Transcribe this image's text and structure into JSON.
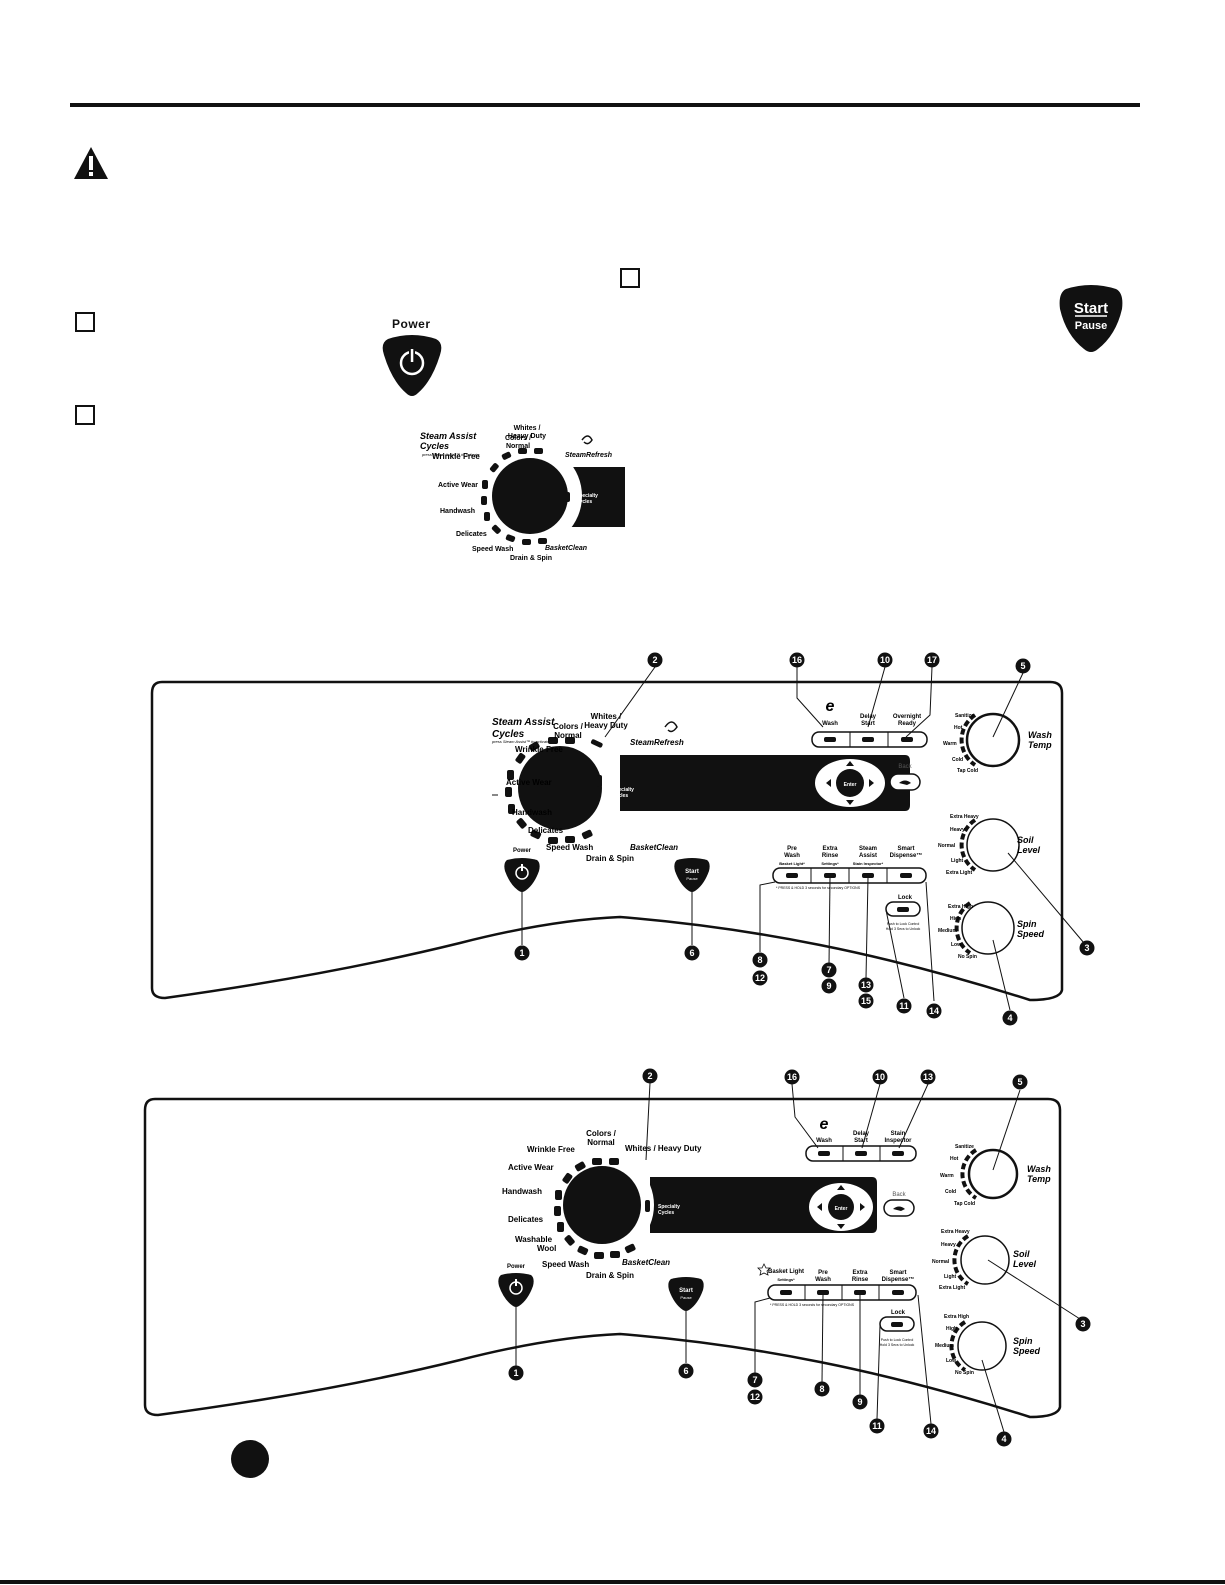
{
  "top_controls": {
    "power_label": "Power",
    "start_label": "Start",
    "pause_label": "Pause"
  },
  "dial_small": {
    "steam_assist": "Steam Assist",
    "cycles": "Cycles",
    "press_note": "press Steam Assist™ to activate",
    "colors_normal_1": "Colors /",
    "colors_normal_2": "Normal",
    "whites_1": "Whites /",
    "whites_2": "Heavy Duty",
    "steam_refresh": "SteamRefresh",
    "wrinkle_free": "Wrinkle Free",
    "active_wear": "Active Wear",
    "handwash": "Handwash",
    "delicates": "Delicates",
    "speed_wash": "Speed Wash",
    "drain_spin": "Drain & Spin",
    "basket_clean": "BasketClean",
    "specialty_1": "Specialty",
    "specialty_2": "Cycles"
  },
  "panel1": {
    "callouts": [
      "1",
      "2",
      "3",
      "4",
      "5",
      "6",
      "7",
      "8",
      "9",
      "10",
      "11",
      "12",
      "13",
      "14",
      "15",
      "16",
      "17"
    ],
    "ewash": "Wash",
    "delay_1": "Delay",
    "delay_2": "Start",
    "overnight_1": "Overnight",
    "overnight_2": "Ready",
    "back": "Back",
    "enter": "Enter",
    "prewash_1": "Pre",
    "prewash_2": "Wash",
    "prewash_sub": "Basket Light*",
    "extra_rinse_1": "Extra",
    "extra_rinse_2": "Rinse",
    "extra_rinse_sub": "Settings*",
    "steam_assist_1": "Steam",
    "steam_assist_2": "Assist",
    "steam_assist_sub": "Stain Inspector*",
    "smart_dispense_1": "Smart",
    "smart_dispense_2": "Dispense™",
    "press_hold": "* PRESS & HOLD 3 seconds for secondary OPTIONS",
    "lock": "Lock",
    "lock_note_1": "Push to Lock Control",
    "lock_note_2": "Hold 3 Secs to Unlock",
    "wash_temp_1": "Wash",
    "wash_temp_2": "Temp",
    "wash_temp_levels": [
      "Sanitize",
      "Hot",
      "Warm",
      "Cold",
      "Tap Cold"
    ],
    "soil_1": "Soil",
    "soil_2": "Level",
    "soil_levels": [
      "Extra Heavy",
      "Heavy",
      "Normal",
      "Light",
      "Extra Light"
    ],
    "spin_1": "Spin",
    "spin_2": "Speed",
    "spin_levels": [
      "Extra High",
      "High",
      "Medium",
      "Low",
      "No Spin"
    ],
    "power": "Power",
    "start": "Start",
    "pause": "Pause"
  },
  "panel2": {
    "ewash": "Wash",
    "delay_1": "Delay",
    "delay_2": "Start",
    "stain_1": "Stain",
    "stain_2": "Inspector",
    "back": "Back",
    "enter": "Enter",
    "basket_light_1": "Basket Light",
    "basket_light_2": "Settings*",
    "prewash_1": "Pre",
    "prewash_2": "Wash",
    "extra_rinse_1": "Extra",
    "extra_rinse_2": "Rinse",
    "smart_dispense_1": "Smart",
    "smart_dispense_2": "Dispense™",
    "press_hold": "* PRESS & HOLD 3 seconds for secondary OPTIONS",
    "lock": "Lock",
    "lock_note_1": "Push to Lock Control",
    "lock_note_2": "Hold 3 Secs to Unlock",
    "colors_normal_1": "Colors /",
    "colors_normal_2": "Normal",
    "whites": "Whites / Heavy Duty",
    "wrinkle_free": "Wrinkle Free",
    "active_wear": "Active Wear",
    "handwash": "Handwash",
    "delicates": "Delicates",
    "washable_1": "Washable",
    "washable_2": "Wool",
    "speed_wash": "Speed Wash",
    "drain_spin": "Drain & Spin",
    "basket_clean": "BasketClean",
    "specialty_1": "Specialty",
    "specialty_2": "Cycles",
    "power": "Power",
    "start": "Start",
    "pause": "Pause"
  }
}
